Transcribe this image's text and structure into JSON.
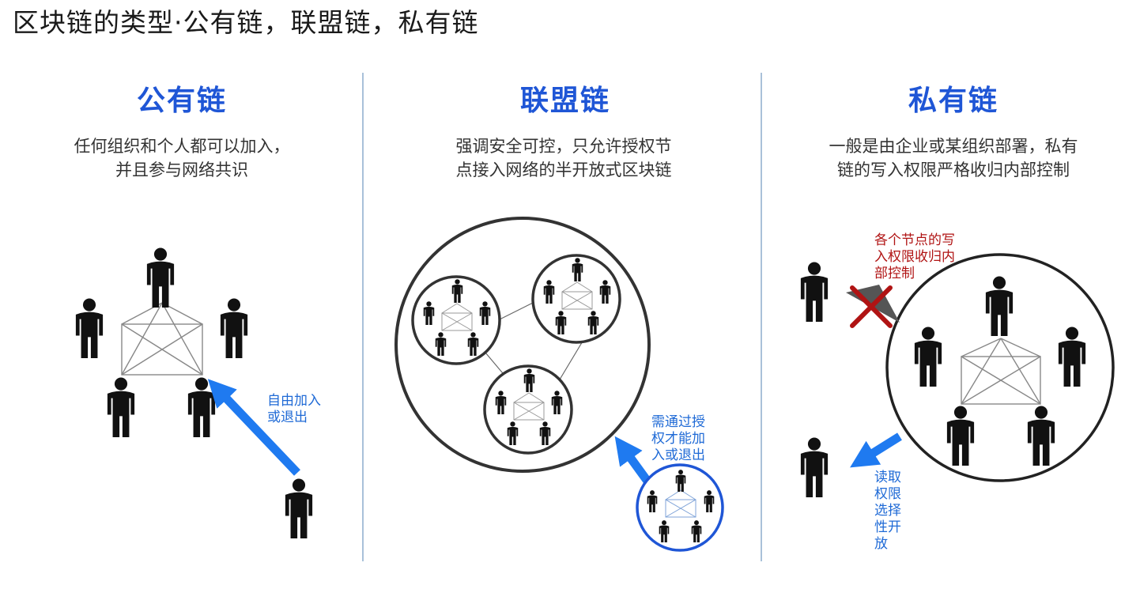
{
  "page": {
    "title": "区块链的类型·公有链，联盟链，私有链"
  },
  "columns": [
    {
      "title": "公有链",
      "description": [
        "任何组织和个人都可以加入，",
        "并且参与网络共识"
      ],
      "notes": [
        "自由加入",
        "或退出"
      ]
    },
    {
      "title": "联盟链",
      "description": [
        "强调安全可控，只允许授权节",
        "点接入网络的半开放式区块链"
      ],
      "notes": [
        "需通过授",
        "权才能加",
        "入或退出"
      ]
    },
    {
      "title": "私有链",
      "description": [
        "一般是由企业或某组织部署，私有",
        "链的写入权限严格收归内部控制"
      ],
      "write_notes": [
        "各个节点的写",
        "入权限收归内",
        "部控制"
      ],
      "read_notes": [
        "读取",
        "权限",
        "选择",
        "性开",
        "放"
      ]
    }
  ],
  "colors": {
    "accent_blue": "#1f56d6",
    "arrow_blue": "#1f7af0",
    "warning_red": "#b01313",
    "divider": "#a9c1d9",
    "person": "#111111"
  },
  "icons": [
    "person-icon",
    "network-mesh-icon",
    "cross-mark-icon",
    "arrow-icon"
  ]
}
